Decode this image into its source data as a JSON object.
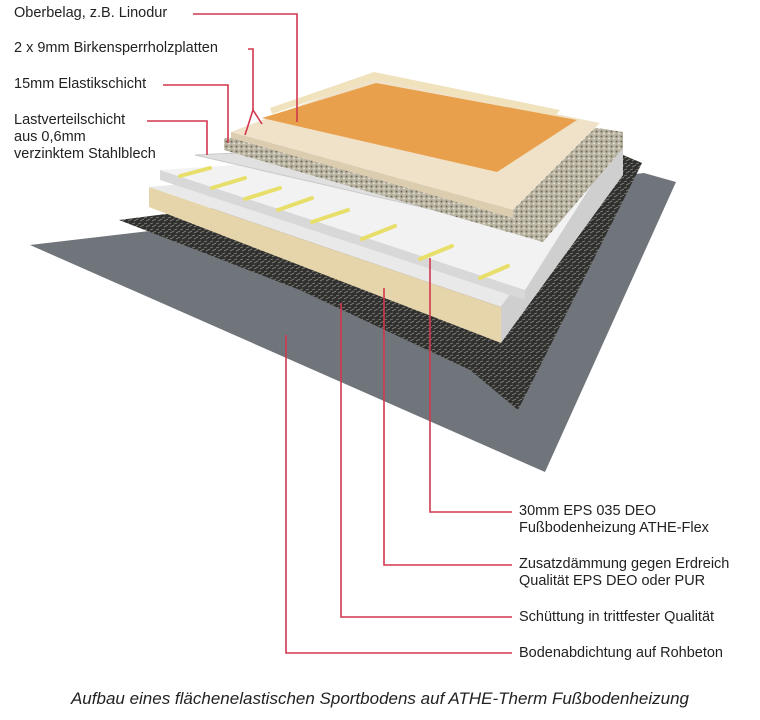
{
  "labels_left": [
    {
      "text": "Oberbelag, z.B. Linodur"
    },
    {
      "text": "2 x 9mm Birkensperrholzplatten"
    },
    {
      "text": "15mm Elastikschicht"
    },
    {
      "lines": [
        "Lastverteilschicht",
        "aus  0,6mm",
        "verzinktem Stahlblech"
      ]
    }
  ],
  "labels_right": [
    {
      "lines": [
        "30mm EPS 035 DEO",
        "Fußbodenheizung ATHE-Flex"
      ]
    },
    {
      "lines": [
        "Zusatzdämmung gegen Erdreich",
        "Qualität EPS DEO oder PUR"
      ]
    },
    {
      "text": "Schüttung in trittfester Qualität"
    },
    {
      "text": "Bodenabdichtung auf Rohbeton"
    }
  ],
  "caption": "Aufbau eines flächenelastischen Sportbodens auf ATHE-Therm Fußbodenheizung",
  "colors": {
    "leader": "#d2374f",
    "floor_top": "#e9a04c",
    "plywood": "#efe2c8",
    "membrane": "#6f7479",
    "gravel": "#2e2f2e",
    "insulation": "#ead9b4"
  }
}
